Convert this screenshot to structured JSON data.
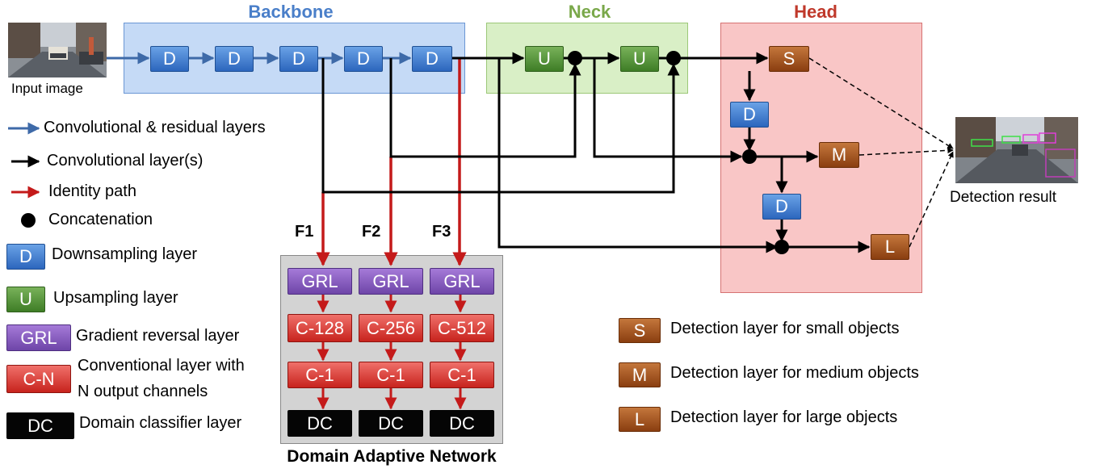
{
  "regions": {
    "backbone": {
      "title": "Backbone",
      "color": "#4a7fc9"
    },
    "neck": {
      "title": "Neck",
      "color": "#7aa84a"
    },
    "head": {
      "title": "Head",
      "color": "#c0392b"
    },
    "dan": {
      "title": "Domain Adaptive Network"
    }
  },
  "input": {
    "caption": "Input image"
  },
  "output": {
    "caption": "Detection result"
  },
  "blocks": {
    "d": "D",
    "u": "U",
    "s": "S",
    "m": "M",
    "l": "L",
    "grl": "GRL",
    "c128": "C-128",
    "c256": "C-256",
    "c512": "C-512",
    "c1": "C-1",
    "dc": "DC"
  },
  "features": {
    "f1": "F1",
    "f2": "F2",
    "f3": "F3"
  },
  "legend": {
    "conv_res": "Convolutional & residual layers",
    "conv": "Convolutional layer(s)",
    "identity": "Identity path",
    "concat": "Concatenation",
    "down": "Downsampling layer",
    "up": "Upsampling layer",
    "grl": "Gradient reversal layer",
    "cn_line1": "Conventional layer with",
    "cn_line2": "N output channels",
    "cn_box": "C-N",
    "dc": "Domain classifier layer"
  },
  "detect_legend": {
    "small": "Detection layer for small objects",
    "medium": "Detection layer for medium objects",
    "large": "Detection layer for large objects"
  }
}
